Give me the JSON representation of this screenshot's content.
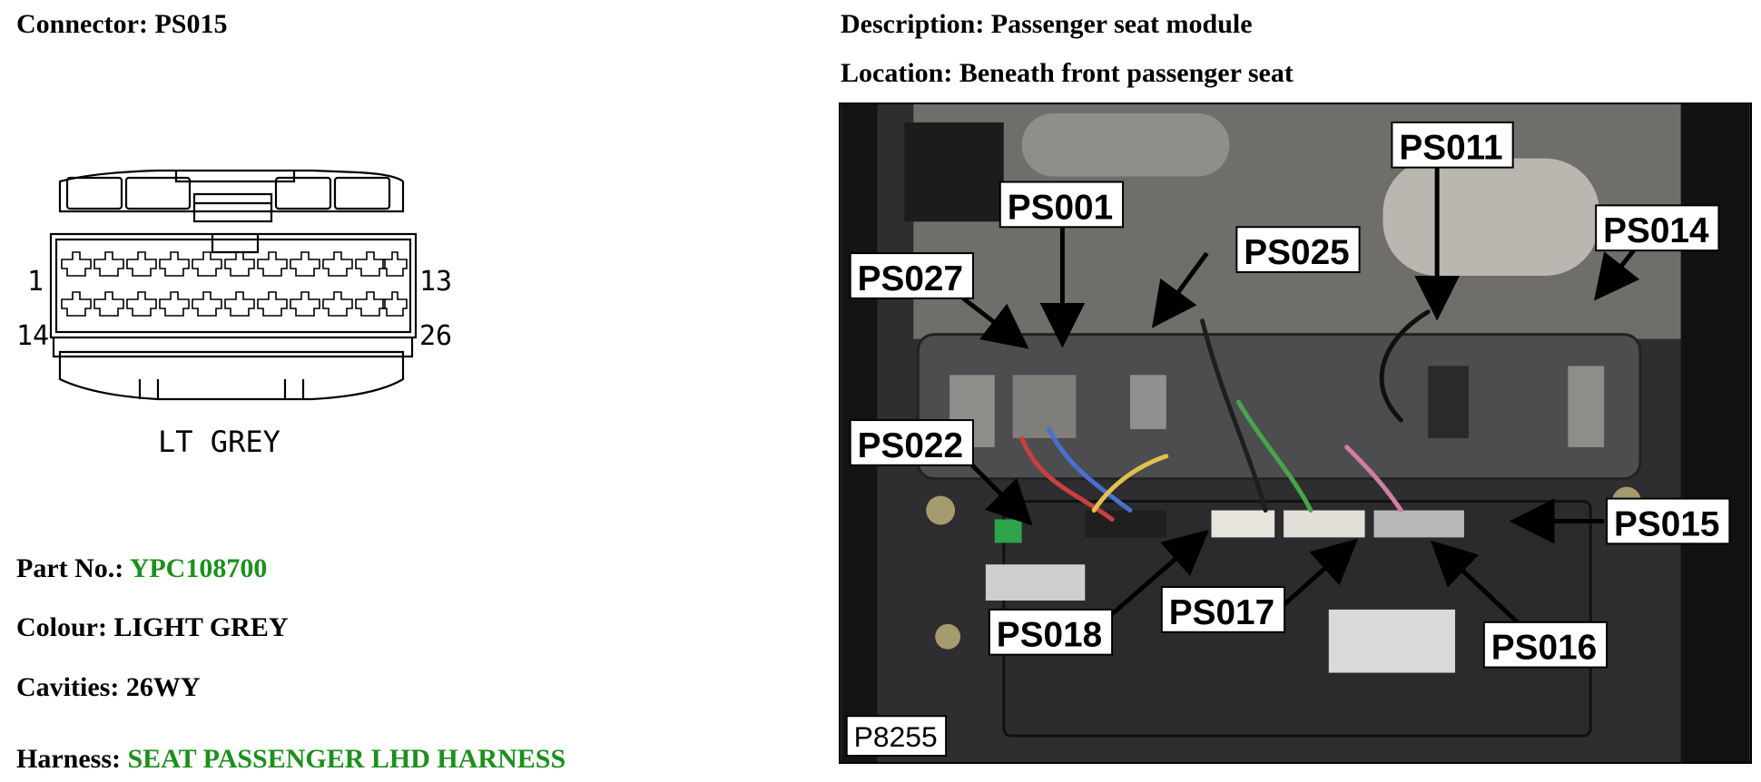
{
  "header": {
    "connector_label": "Connector: PS015",
    "description_label": "Description: Passenger seat module",
    "location_label": "Location: Beneath front passenger seat"
  },
  "diagram": {
    "pin_1": "1",
    "pin_13": "13",
    "pin_14": "14",
    "pin_26": "26",
    "colour_text": "LT GREY"
  },
  "details": {
    "part_no_label": "Part No.:",
    "part_no_value": "YPC108700",
    "colour_label": "Colour:",
    "colour_value": "LIGHT GREY",
    "cavities_label": "Cavities:",
    "cavities_value": "26WY",
    "harness_label": "Harness:",
    "harness_value": "SEAT PASSENGER LHD HARNESS",
    "value_color": "#1d8f1d"
  },
  "photo": {
    "callouts": [
      "PS011",
      "PS001",
      "PS014",
      "PS025",
      "PS027",
      "PS022",
      "PS015",
      "PS017",
      "PS018",
      "PS016"
    ],
    "image_ref": "P8255"
  }
}
